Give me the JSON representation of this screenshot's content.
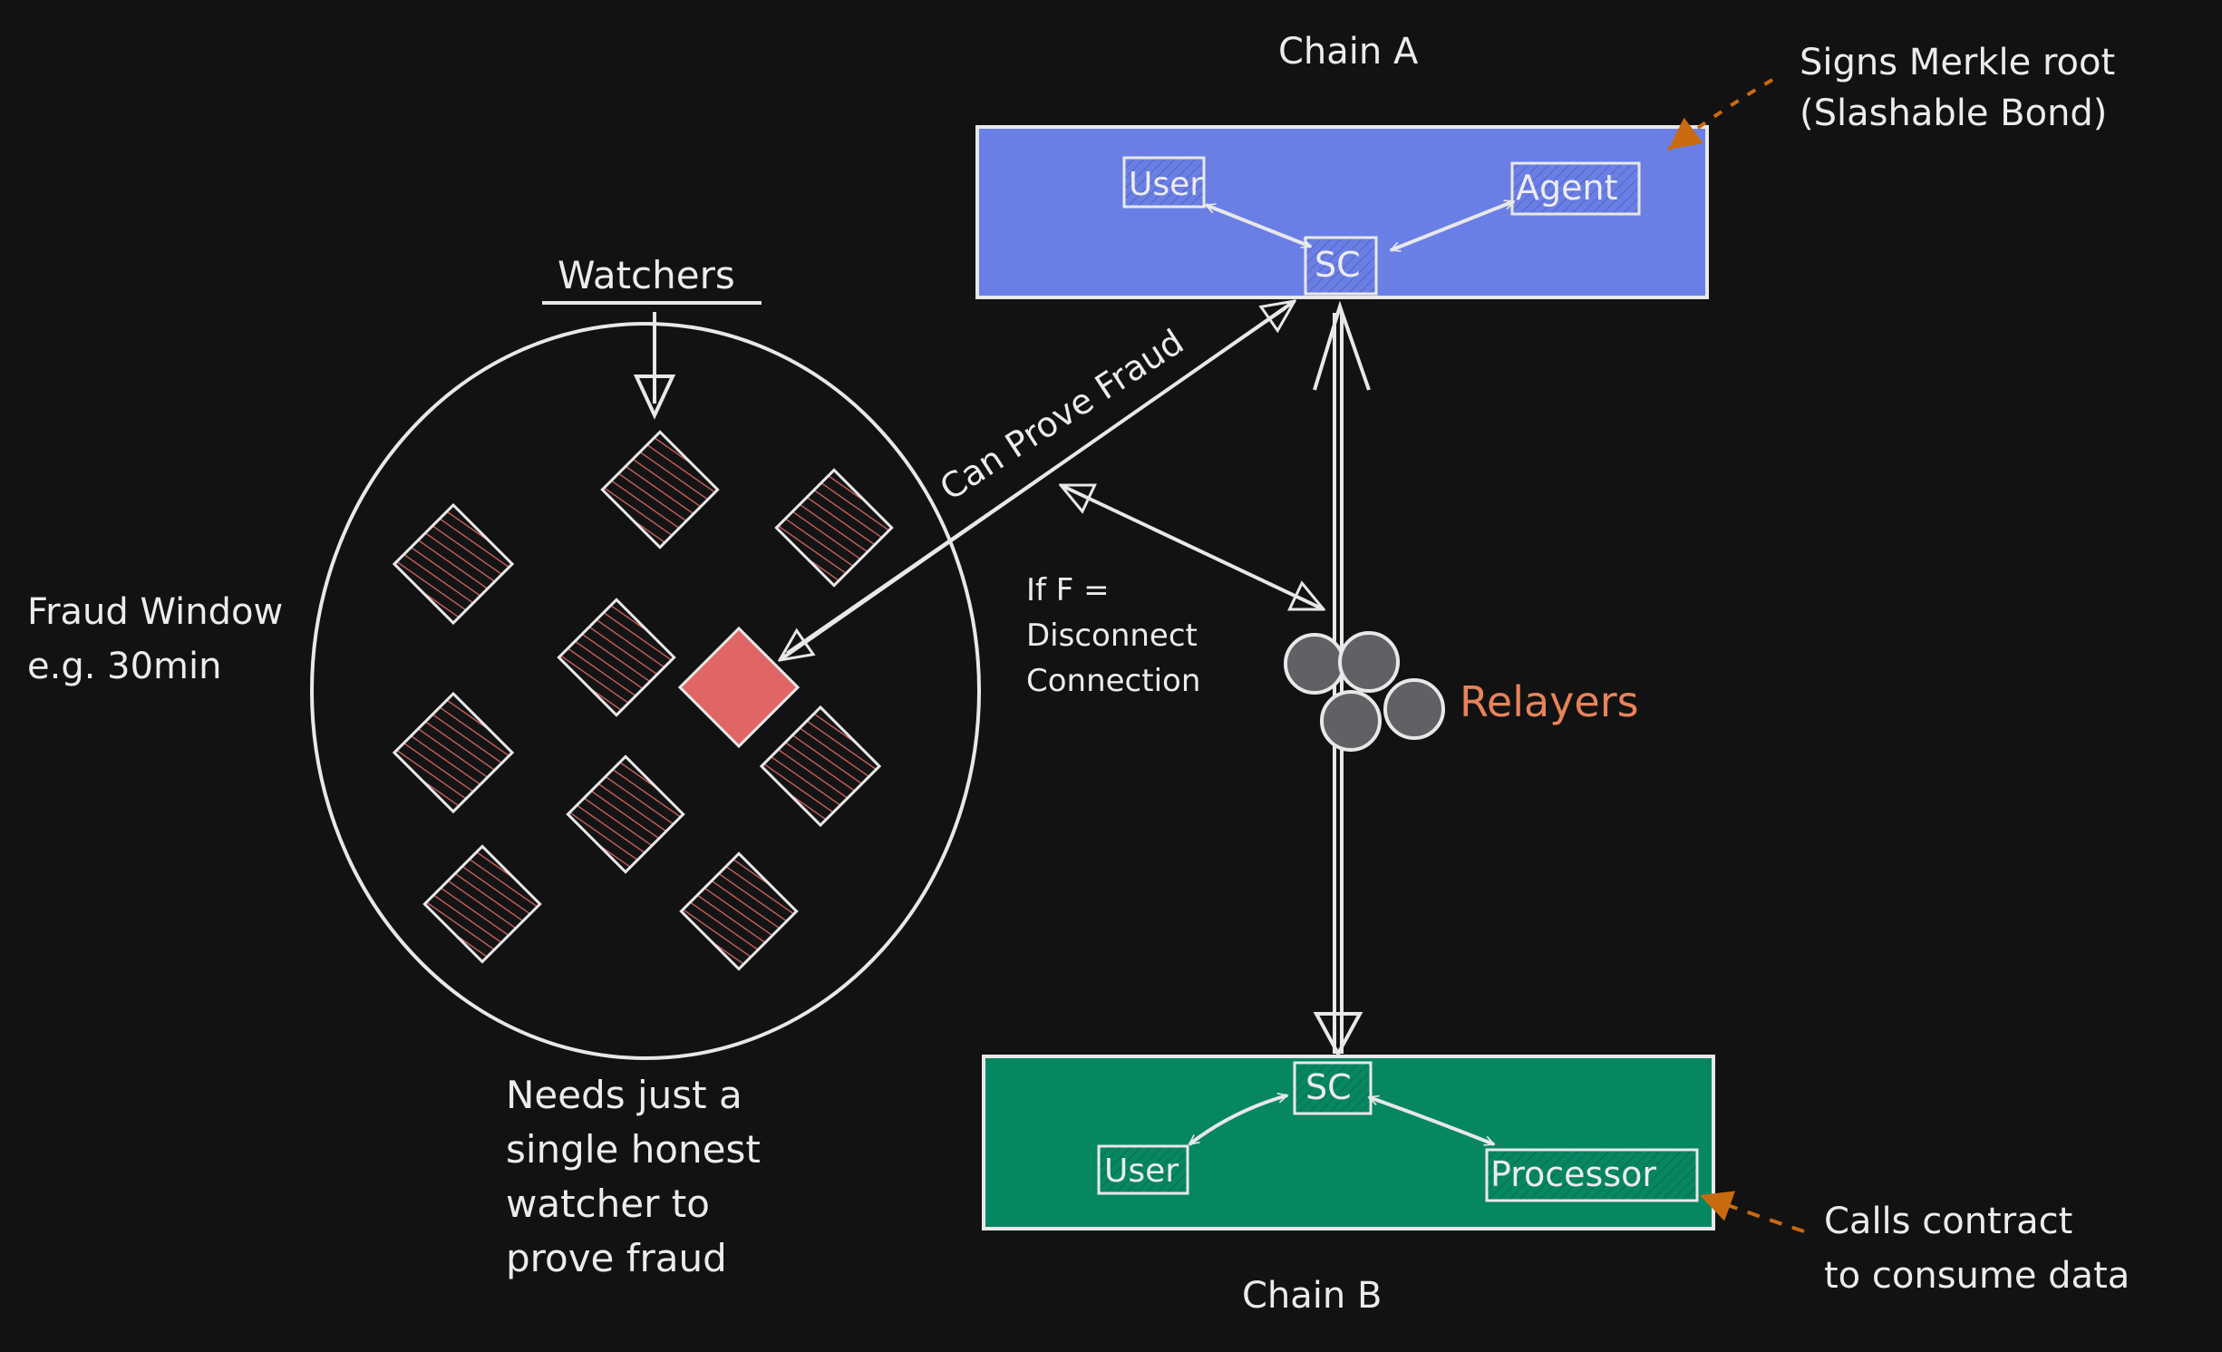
{
  "labels": {
    "chain_a": "Chain A",
    "chain_b": "Chain B",
    "signs_line1": "Signs Merkle root",
    "signs_line2": "(Slashable Bond)",
    "calls_line1": "Calls contract",
    "calls_line2": "to consume data",
    "watchers": "Watchers",
    "fraud_window_line1": "Fraud Window",
    "fraud_window_line2": "e.g. 30min",
    "can_prove_fraud": "Can Prove Fraud",
    "if_f_line1": "If F =",
    "if_f_line2": "Disconnect",
    "if_f_line3": "Connection",
    "relayers": "Relayers",
    "needs_line1": "Needs just a",
    "needs_line2": "single honest",
    "needs_line3": "watcher to",
    "needs_line4": "prove fraud"
  },
  "chain_a_nodes": {
    "user": "User",
    "sc": "SC",
    "agent": "Agent"
  },
  "chain_b_nodes": {
    "sc": "SC",
    "user": "User",
    "processor": "Processor"
  },
  "colors": {
    "background": "#121212",
    "chain_a": "#6a7fe5",
    "chain_b": "#078662",
    "watcher_fraud": "#e06666",
    "watcher_hatch": "#e06666",
    "relayer": "#5f6165",
    "relayers_label": "#e8835a",
    "annotation_arrow": "#c96a10",
    "stroke": "#e8e8e8"
  }
}
